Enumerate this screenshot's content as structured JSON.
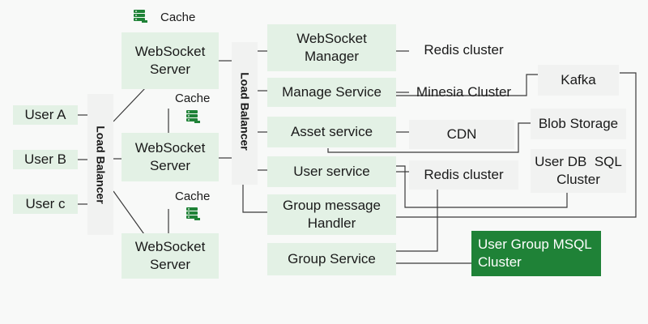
{
  "users": [
    "User A",
    "User B",
    "User c"
  ],
  "load_balancers": [
    "Load Balancer",
    "Load Balancer"
  ],
  "websocket_servers": [
    "WebSocket Server",
    "WebSocket Server",
    "WebSocket Server"
  ],
  "cache_label": "Cache",
  "services": {
    "websocket_manager": "WebSocket Manager",
    "manage_service": "Manage Service",
    "asset_service": "Asset service",
    "user_service": "User service",
    "group_message_handler": "Group message Handler",
    "group_service": "Group Service"
  },
  "stores": {
    "redis_top": "Redis cluster",
    "minesia": "Minesia Cluster",
    "cdn": "CDN",
    "redis_mid": "Redis cluster",
    "kafka": "Kafka",
    "blob": "Blob Storage",
    "user_db": "User DB  SQL Cluster",
    "user_group_msql": "User Group MSQL Cluster"
  },
  "colors": {
    "service_fill": "#e3f1e5",
    "neutral_fill": "#f1f2f1",
    "highlight_fill": "#1f8237",
    "line": "#3a3a3a",
    "icon": "#1f8237"
  }
}
